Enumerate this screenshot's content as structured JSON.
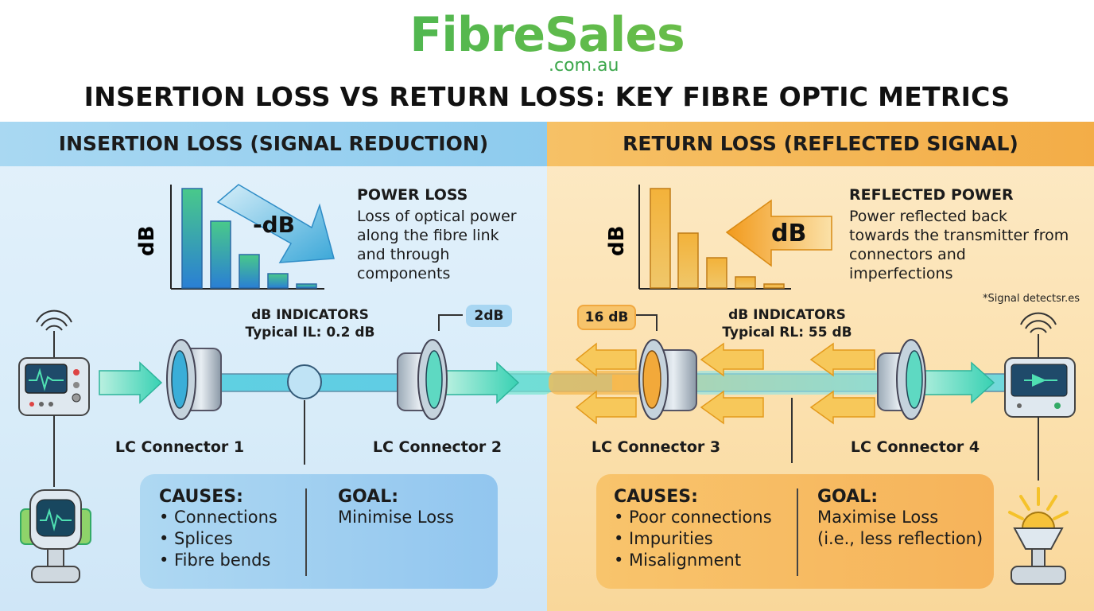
{
  "logo": {
    "main": "FibreSales",
    "sub": ".com.au"
  },
  "title": "INSERTION LOSS VS RETURN LOSS: KEY FIBRE OPTIC METRICS",
  "left": {
    "header": "INSERTION LOSS (SIGNAL REDUCTION)",
    "chart_axis": "dB",
    "chart_arrow_label": "-dB",
    "info_title": "POWER LOSS",
    "info_lines": [
      "Loss of optical power",
      "along the fibre link",
      "and through",
      "components"
    ],
    "indicators_title": "dB INDICATORS",
    "indicators_value": "Typical IL: 0.2 dB",
    "badge": "2dB",
    "connector_1": "LC Connector 1",
    "connector_2": "LC Connector 2",
    "causes_title": "CAUSES:",
    "causes": [
      "• Connections",
      "• Splices",
      "• Fibre bends"
    ],
    "goal_title": "GOAL:",
    "goal_lines": [
      "Minimise Loss"
    ]
  },
  "right": {
    "header": "RETURN LOSS (REFLECTED SIGNAL)",
    "chart_axis": "dB",
    "chart_arrow_label": "dB",
    "info_title": "REFLECTED POWER",
    "info_lines": [
      "Power reflected back",
      "towards the transmitter from",
      "connectors and",
      "imperfections"
    ],
    "note": "*Signal detectsr.es",
    "indicators_title": "dB INDICATORS",
    "indicators_value": "Typical RL: 55 dB",
    "badge": "16 dB",
    "connector_3": "LC Connector 3",
    "connector_4": "LC Connector 4",
    "causes_title": "CAUSES:",
    "causes": [
      "• Poor connections",
      "• Impurities",
      "• Misalignment"
    ],
    "goal_title": "GOAL:",
    "goal_lines": [
      "Maximise Loss",
      "(i.e., less reflection)"
    ]
  },
  "colors": {
    "blue_accent": "#4fc3e8",
    "orange_accent": "#f4a62a",
    "green_logo": "#34a83c"
  }
}
